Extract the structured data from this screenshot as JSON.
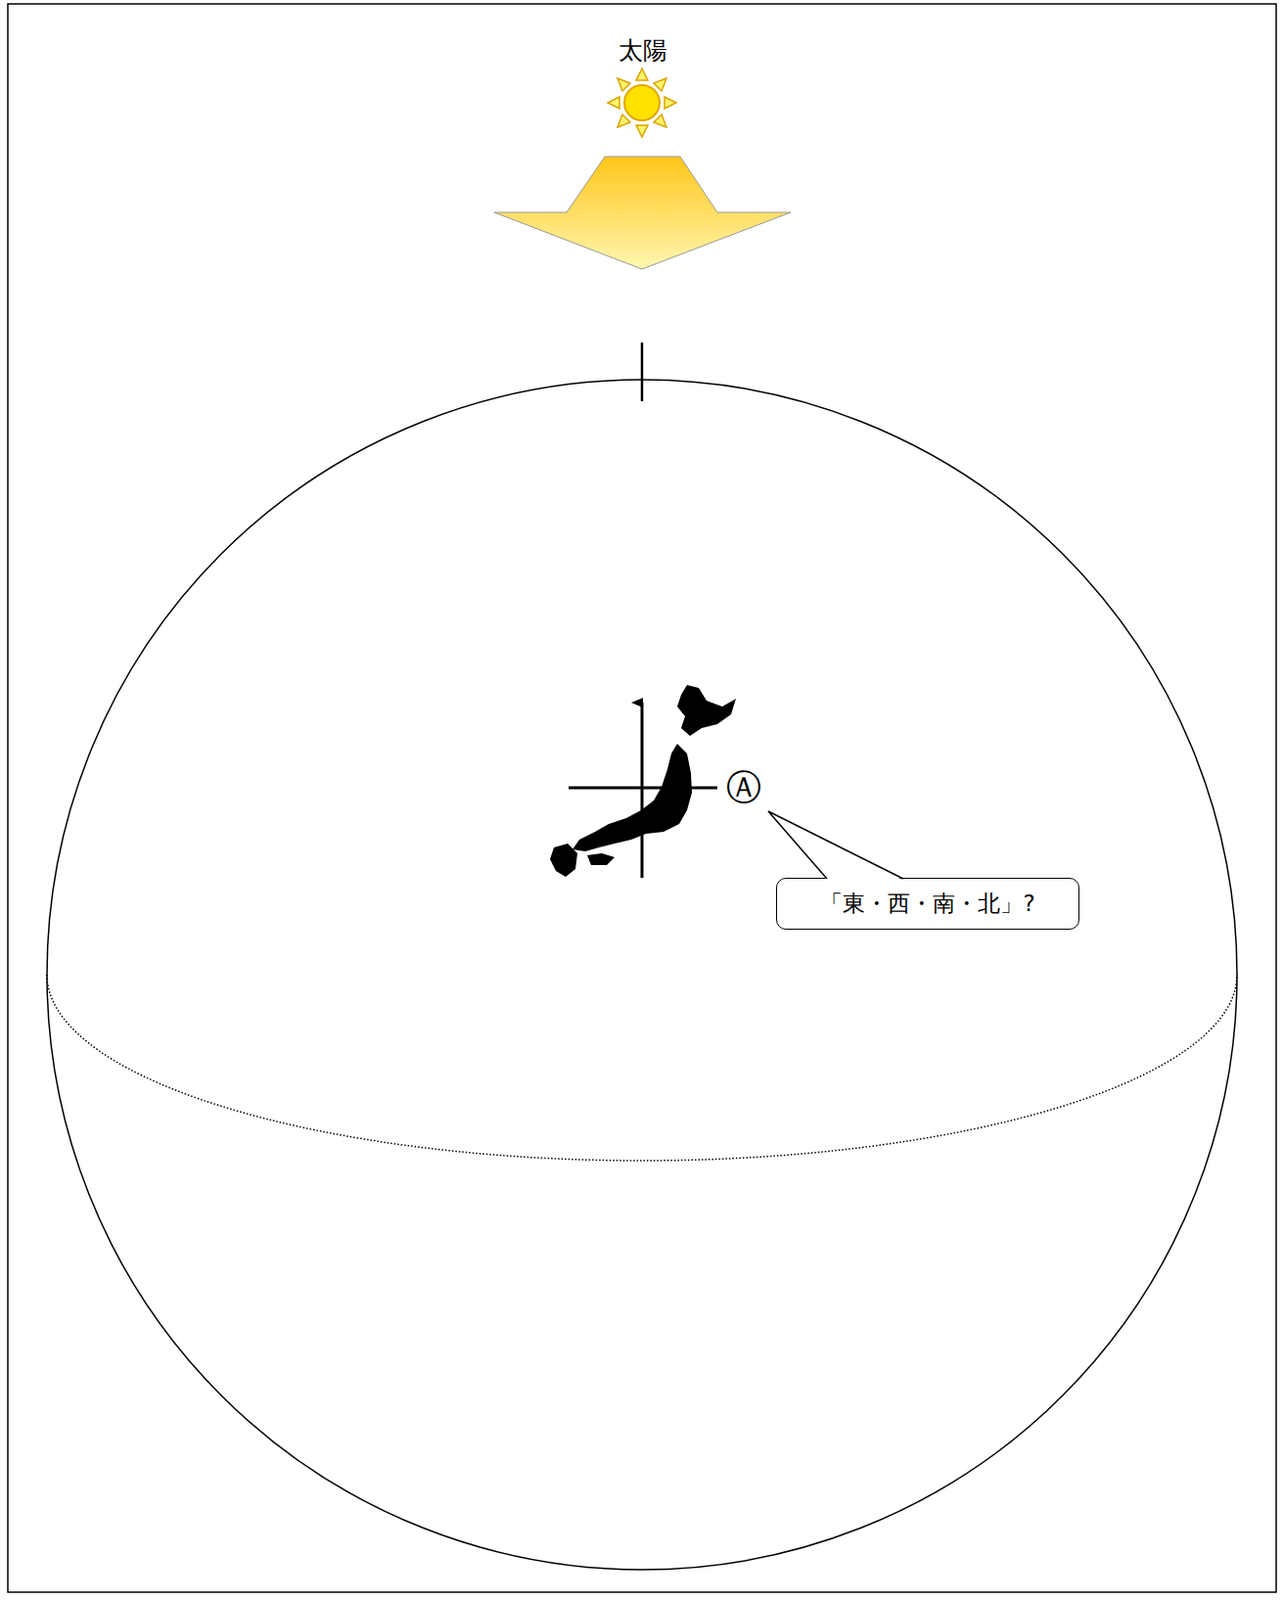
{
  "diagram": {
    "nodes": [
      {
        "text": [
          "「東・西・南・北」?"
        ]
      }
    ],
    "labels": [
      "太陽",
      "Ⓐ"
    ]
  }
}
